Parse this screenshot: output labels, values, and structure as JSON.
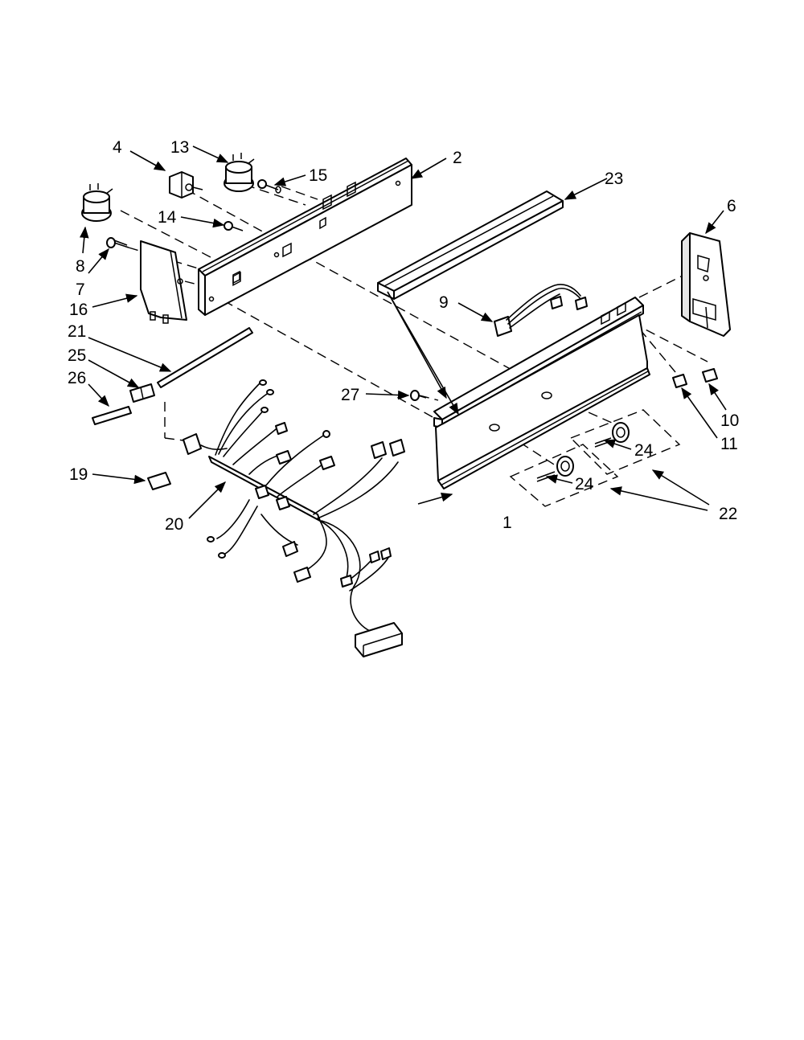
{
  "callouts": [
    {
      "id": "c1",
      "label": "1"
    },
    {
      "id": "c2",
      "label": "2"
    },
    {
      "id": "c4",
      "label": "4"
    },
    {
      "id": "c6",
      "label": "6"
    },
    {
      "id": "c7",
      "label": "7"
    },
    {
      "id": "c8",
      "label": "8"
    },
    {
      "id": "c9",
      "label": "9"
    },
    {
      "id": "c10",
      "label": "10"
    },
    {
      "id": "c11",
      "label": "11"
    },
    {
      "id": "c13",
      "label": "13"
    },
    {
      "id": "c14",
      "label": "14"
    },
    {
      "id": "c15",
      "label": "15"
    },
    {
      "id": "c16",
      "label": "16"
    },
    {
      "id": "c19",
      "label": "19"
    },
    {
      "id": "c20",
      "label": "20"
    },
    {
      "id": "c21",
      "label": "21"
    },
    {
      "id": "c22",
      "label": "22"
    },
    {
      "id": "c23",
      "label": "23"
    },
    {
      "id": "c24a",
      "label": "24"
    },
    {
      "id": "c24b",
      "label": "24"
    },
    {
      "id": "c25",
      "label": "25"
    },
    {
      "id": "c26",
      "label": "26"
    },
    {
      "id": "c27",
      "label": "27"
    }
  ]
}
